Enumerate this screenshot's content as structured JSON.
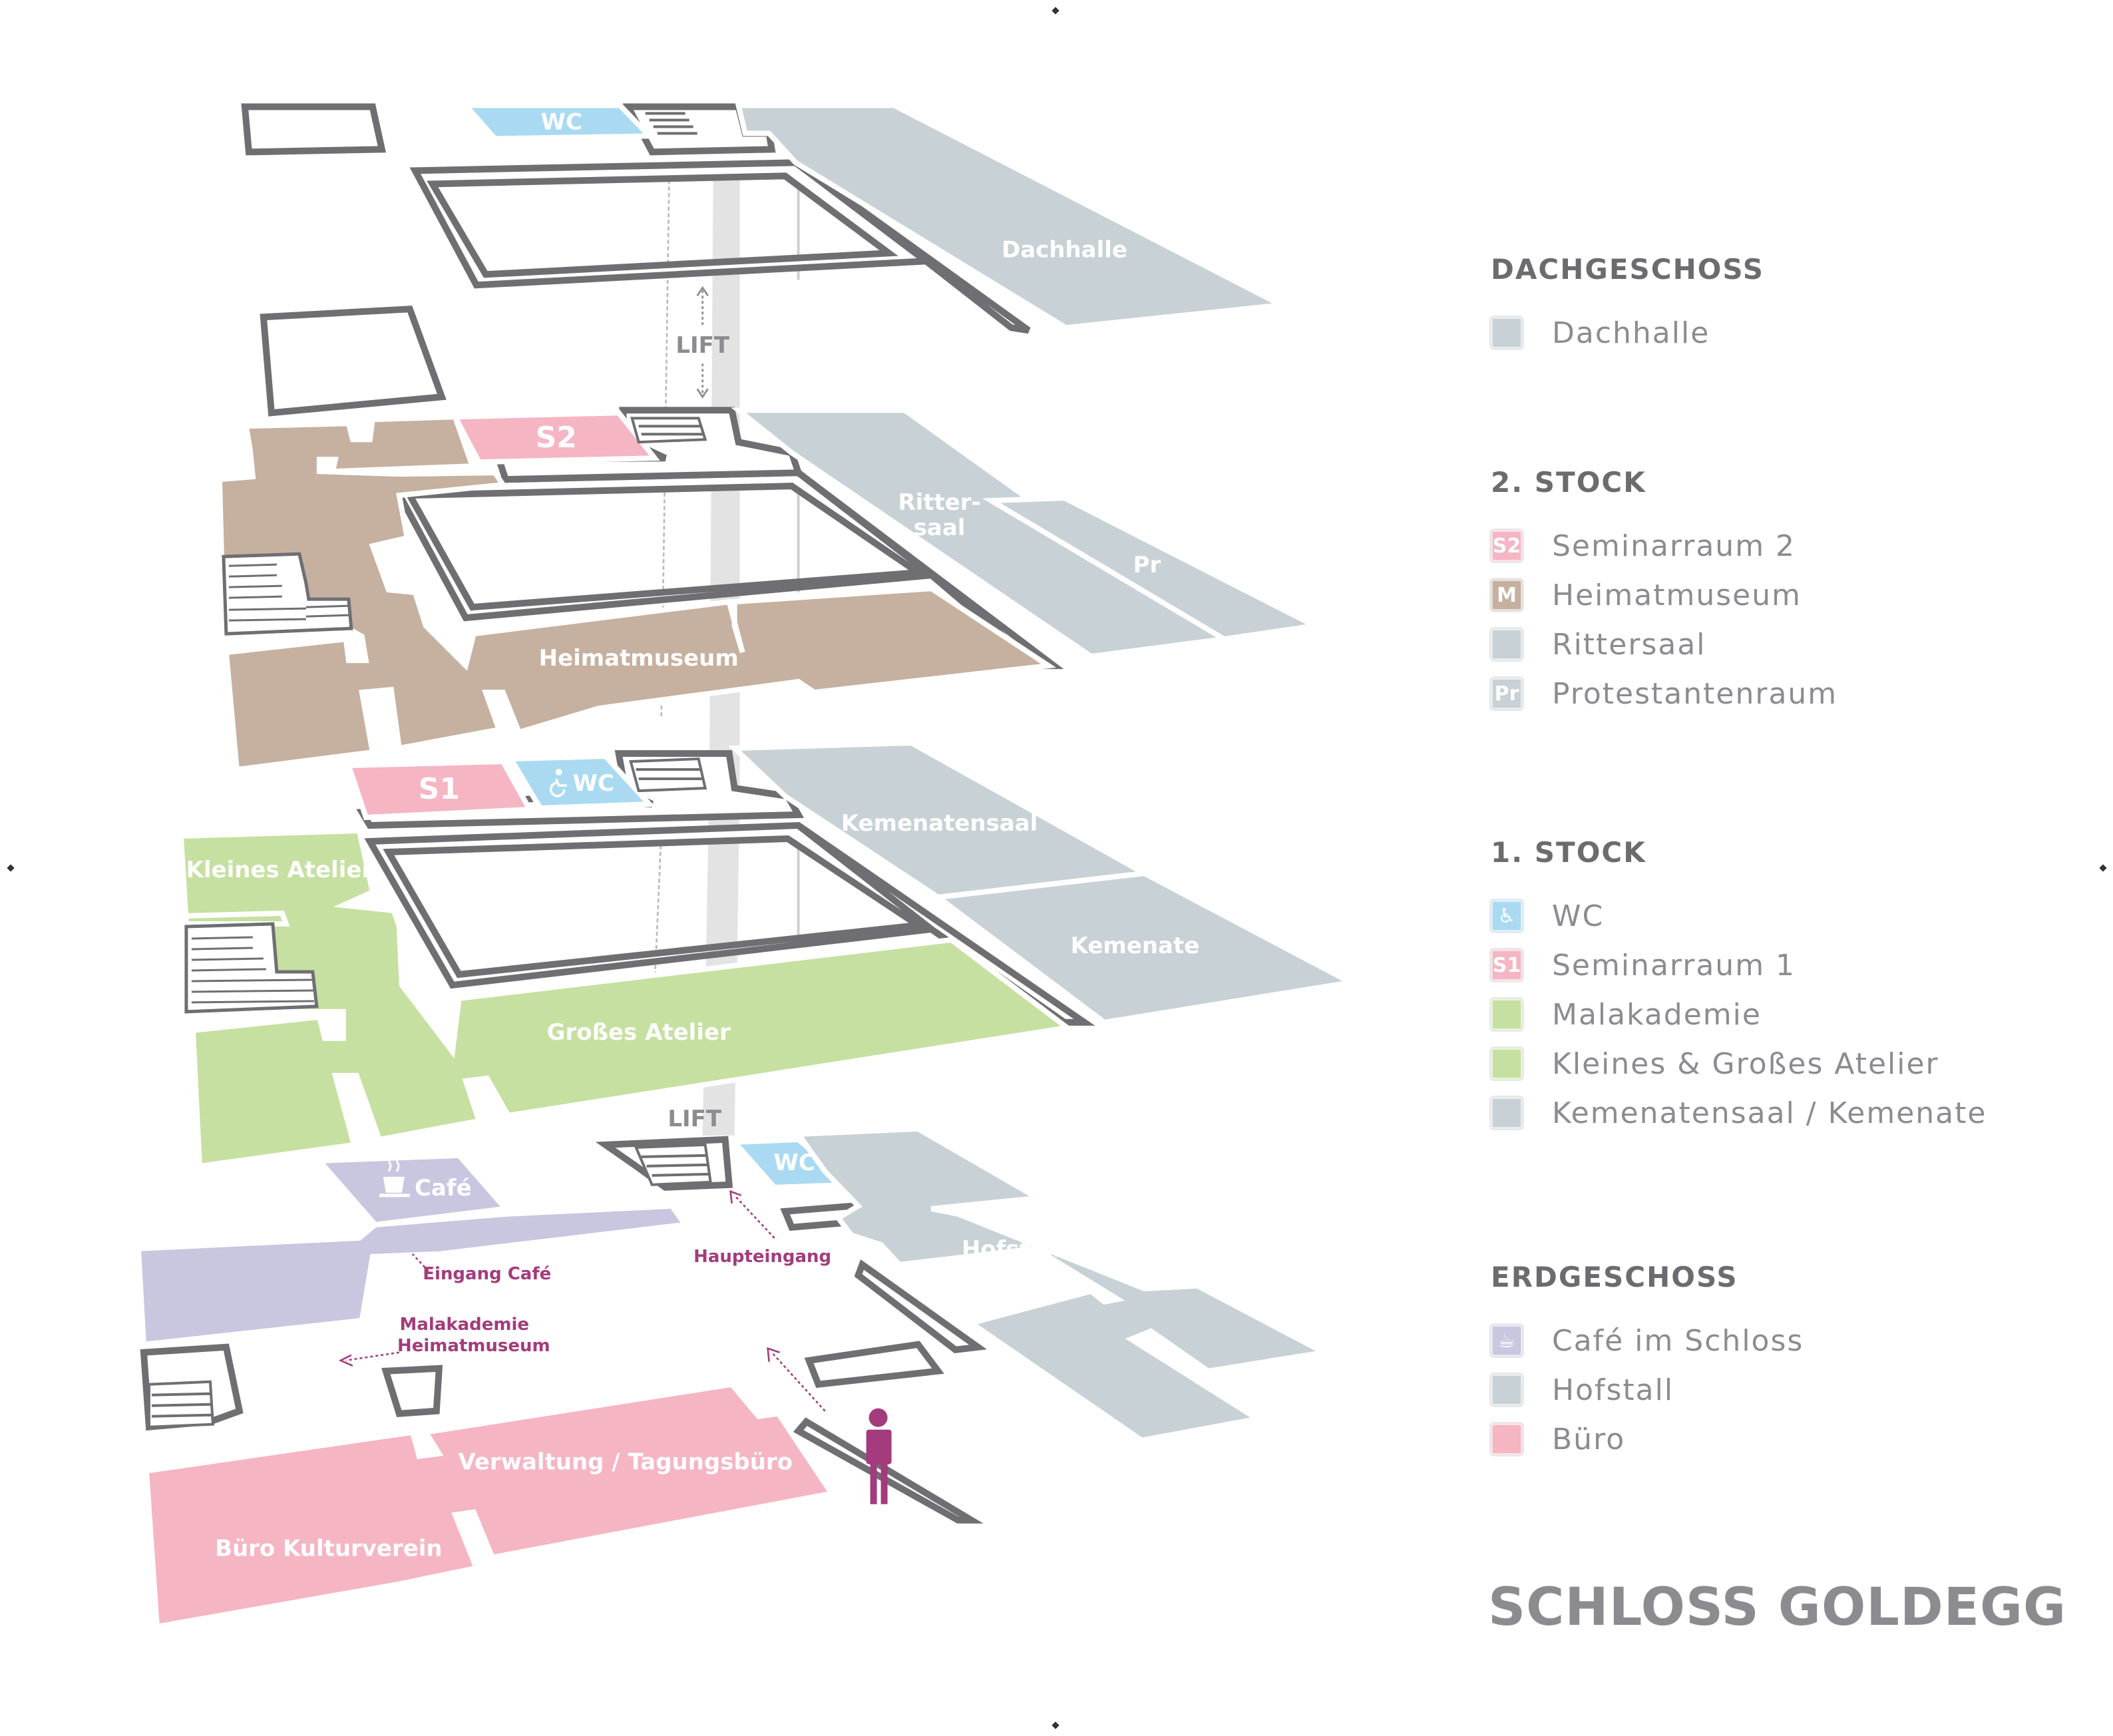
{
  "colors": {
    "grey": "#c8d1d5",
    "pink": "#f5b5c3",
    "brown": "#c6b09f",
    "green": "#c5e0a0",
    "lavender": "#c9c6e0",
    "blue": "#a9daf2",
    "shaft": "#e3e3e3",
    "outline": "#6f6f73",
    "text_grey": "#8c8c90",
    "magenta": "#a33b7c"
  },
  "map_labels": {
    "dachhalle": "Dachhalle",
    "wc_top": "WC",
    "lift_top": "LIFT",
    "s2": "S2",
    "rittersaal_1": "Ritter-",
    "rittersaal_2": "saal",
    "pr": "Pr",
    "heimatmuseum": "Heimatmuseum",
    "s1": "S1",
    "wc_first": "WC",
    "kemenatensaal": "Kemenatensaal",
    "kemenate": "Kemenate",
    "kleines_atelier": "Kleines Atelier",
    "grosses_atelier": "Großes Atelier",
    "lift_ground": "LIFT",
    "cafe": "Café",
    "wc_ground": "WC",
    "hofstall": "Hofstall",
    "haupteingang": "Haupteingang",
    "eingang_cafe": "Eingang Café",
    "malakademie_line1": "Malakademie",
    "malakademie_line2": "Heimatmuseum",
    "verwaltung": "Verwaltung / Tagungsbüro",
    "buero_kulturverein": "Büro Kulturverein"
  },
  "legend": [
    {
      "heading": "DACHGESCHOSS",
      "items": [
        {
          "label": "Dachhalle",
          "color": "#c8d1d5",
          "icon_text": ""
        }
      ]
    },
    {
      "heading": "2. STOCK",
      "items": [
        {
          "label": "Seminarraum 2",
          "color": "#f5b5c3",
          "icon_text": "S2"
        },
        {
          "label": "Heimatmuseum",
          "color": "#c6b09f",
          "icon_text": "M"
        },
        {
          "label": "Rittersaal",
          "color": "#c8d1d5",
          "icon_text": ""
        },
        {
          "label": "Protestantenraum",
          "color": "#c8d1d5",
          "icon_text": "Pr"
        }
      ]
    },
    {
      "heading": "1. STOCK",
      "items": [
        {
          "label": "WC",
          "color": "#a9daf2",
          "icon_text": "♿"
        },
        {
          "label": "Seminarraum 1",
          "color": "#f5b5c3",
          "icon_text": "S1"
        },
        {
          "label": "Malakademie",
          "color": "#c5e0a0",
          "icon_text": ""
        },
        {
          "label": "Kleines & Großes Atelier",
          "color": "#c5e0a0",
          "icon_text": ""
        },
        {
          "label": "Kemenatensaal / Kemenate",
          "color": "#c8d1d5",
          "icon_text": ""
        }
      ]
    },
    {
      "heading": "ERDGESCHOSS",
      "items": [
        {
          "label": "Café im Schloss",
          "color": "#c9c6e0",
          "icon_text": "☕"
        },
        {
          "label": "Hofstall",
          "color": "#c8d1d5",
          "icon_text": ""
        },
        {
          "label": "Büro",
          "color": "#f5b5c3",
          "icon_text": ""
        }
      ]
    }
  ],
  "brand": "SCHLOSS GOLDEGG"
}
